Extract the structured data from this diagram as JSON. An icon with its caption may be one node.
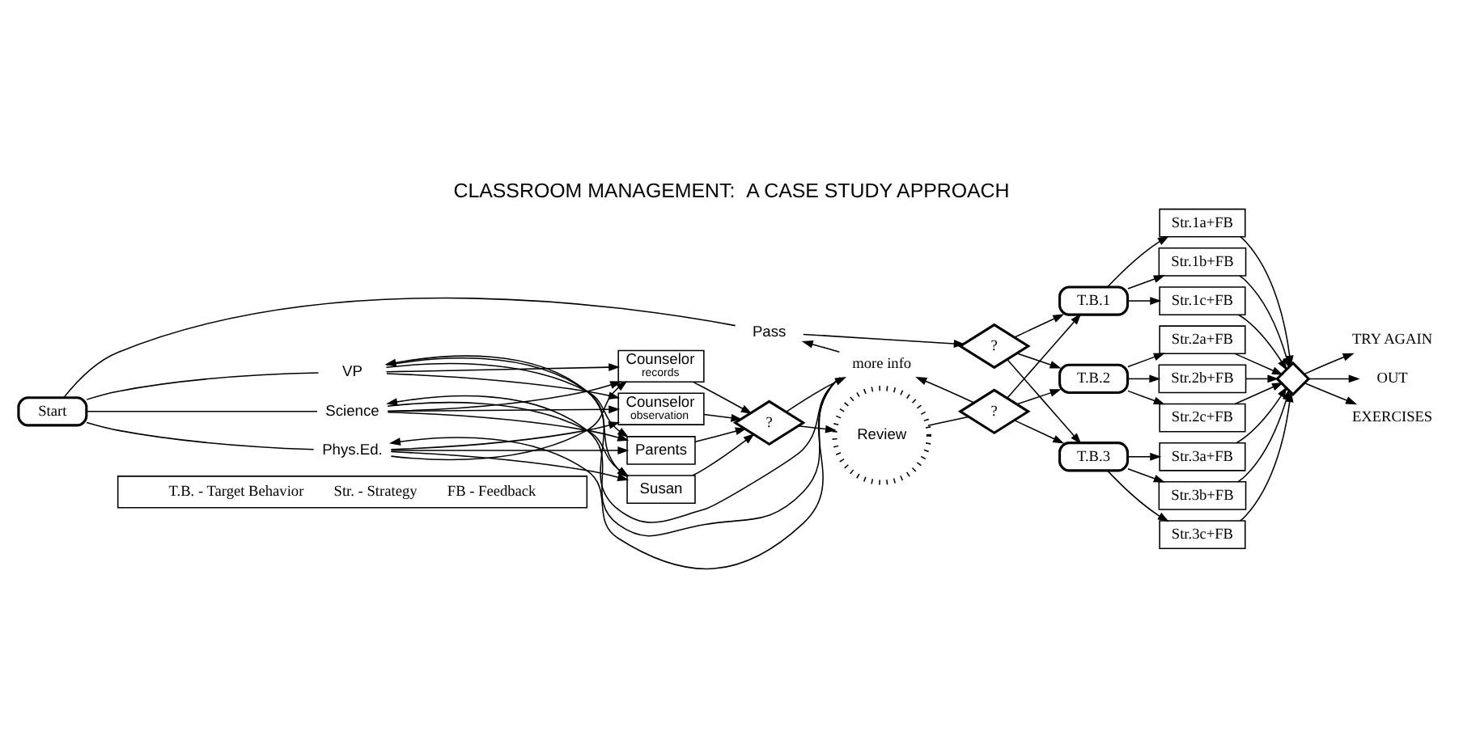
{
  "diagram": {
    "title": "CLASSROOM MANAGEMENT:  A CASE STUDY APPROACH",
    "nodes": [
      {
        "text": [
          "Start"
        ]
      },
      {
        "text": [
          "VP"
        ]
      },
      {
        "text": [
          "Science"
        ]
      },
      {
        "text": [
          "Phys.Ed."
        ]
      },
      {
        "text": [
          "Pass"
        ]
      },
      {
        "text": [
          "?"
        ]
      },
      {
        "text": [
          "Parents"
        ]
      },
      {
        "text": [
          "Susan"
        ]
      },
      {
        "text": [
          "Counselor",
          "records"
        ]
      },
      {
        "text": [
          "Counselor",
          "observation"
        ]
      },
      {
        "text": [
          "?"
        ]
      },
      {
        "text": [
          "more info"
        ]
      },
      {
        "text": [
          "Review"
        ]
      },
      {
        "text": [
          "?"
        ]
      },
      {
        "text": [
          "T.B.1"
        ]
      },
      {
        "text": [
          "T.B.2"
        ]
      },
      {
        "text": [
          "T.B.3"
        ]
      },
      {
        "text": [
          "Str.1a+FB"
        ]
      },
      {
        "text": [
          "Str.1b+FB"
        ]
      },
      {
        "text": [
          "Str.1c+FB"
        ]
      },
      {
        "text": [
          "Str.2a+FB"
        ]
      },
      {
        "text": [
          "Str.2b+FB"
        ]
      },
      {
        "text": [
          "Str.2c+FB"
        ]
      },
      {
        "text": [
          "Str.3a+FB"
        ]
      },
      {
        "text": [
          "Str.3b+FB"
        ]
      },
      {
        "text": [
          "Str.3c+FB"
        ]
      },
      {
        "text": [],
        "shape": "diamond"
      },
      {
        "text": [
          "TRY AGAIN"
        ]
      },
      {
        "text": [
          "OUT"
        ]
      },
      {
        "text": [
          "EXERCISES"
        ]
      },
      {
        "text": [
          "T.B. - Target Behavior",
          "Str. - Strategy",
          "FB - Feedback"
        ]
      }
    ],
    "edges": [
      {
        "from": 0,
        "to": 1,
        "arrow": "none"
      },
      {
        "from": 0,
        "to": 2,
        "arrow": "none"
      },
      {
        "from": 0,
        "to": 3,
        "arrow": "none"
      },
      {
        "from": 0,
        "to": 4,
        "arrow": "none"
      },
      {
        "from": 1,
        "to": 6,
        "arrow": "to"
      },
      {
        "from": 1,
        "to": 7,
        "arrow": "to"
      },
      {
        "from": 1,
        "to": 8,
        "arrow": "to"
      },
      {
        "from": 1,
        "to": 9,
        "arrow": "to"
      },
      {
        "from": 2,
        "to": 6,
        "arrow": "to"
      },
      {
        "from": 2,
        "to": 7,
        "arrow": "to"
      },
      {
        "from": 2,
        "to": 8,
        "arrow": "to"
      },
      {
        "from": 2,
        "to": 9,
        "arrow": "to"
      },
      {
        "from": 3,
        "to": 6,
        "arrow": "to"
      },
      {
        "from": 3,
        "to": 7,
        "arrow": "to"
      },
      {
        "from": 3,
        "to": 8,
        "arrow": "to"
      },
      {
        "from": 3,
        "to": 9,
        "arrow": "to"
      },
      {
        "from": 4,
        "to": 5,
        "arrow": "to"
      },
      {
        "from": 5,
        "to": 14,
        "arrow": "to"
      },
      {
        "from": 5,
        "to": 15,
        "arrow": "to"
      },
      {
        "from": 5,
        "to": 16,
        "arrow": "to"
      },
      {
        "from": 6,
        "to": 10,
        "arrow": "to"
      },
      {
        "from": 7,
        "to": 10,
        "arrow": "to"
      },
      {
        "from": 8,
        "to": 10,
        "arrow": "to"
      },
      {
        "from": 9,
        "to": 10,
        "arrow": "to"
      },
      {
        "from": 10,
        "to": 11,
        "arrow": "to"
      },
      {
        "from": 10,
        "to": 12,
        "arrow": "to"
      },
      {
        "from": 11,
        "to": 1,
        "arrow": "to"
      },
      {
        "from": 11,
        "to": 2,
        "arrow": "to"
      },
      {
        "from": 11,
        "to": 3,
        "arrow": "to"
      },
      {
        "from": 11,
        "to": 4,
        "arrow": "to"
      },
      {
        "from": 12,
        "to": 13,
        "arrow": "none"
      },
      {
        "from": 13,
        "to": 11,
        "arrow": "to"
      },
      {
        "from": 13,
        "to": 14,
        "arrow": "to"
      },
      {
        "from": 13,
        "to": 15,
        "arrow": "to"
      },
      {
        "from": 13,
        "to": 16,
        "arrow": "to"
      },
      {
        "from": 14,
        "to": 17,
        "arrow": "to"
      },
      {
        "from": 14,
        "to": 18,
        "arrow": "to"
      },
      {
        "from": 14,
        "to": 19,
        "arrow": "to"
      },
      {
        "from": 15,
        "to": 20,
        "arrow": "to"
      },
      {
        "from": 15,
        "to": 21,
        "arrow": "to"
      },
      {
        "from": 15,
        "to": 22,
        "arrow": "to"
      },
      {
        "from": 16,
        "to": 23,
        "arrow": "to"
      },
      {
        "from": 16,
        "to": 24,
        "arrow": "to"
      },
      {
        "from": 16,
        "to": 25,
        "arrow": "to"
      },
      {
        "from": 17,
        "to": 26,
        "arrow": "to"
      },
      {
        "from": 18,
        "to": 26,
        "arrow": "to"
      },
      {
        "from": 19,
        "to": 26,
        "arrow": "to"
      },
      {
        "from": 20,
        "to": 26,
        "arrow": "to"
      },
      {
        "from": 21,
        "to": 26,
        "arrow": "to"
      },
      {
        "from": 22,
        "to": 26,
        "arrow": "to"
      },
      {
        "from": 23,
        "to": 26,
        "arrow": "to"
      },
      {
        "from": 24,
        "to": 26,
        "arrow": "to"
      },
      {
        "from": 25,
        "to": 26,
        "arrow": "to"
      },
      {
        "from": 26,
        "to": 27,
        "arrow": "to"
      },
      {
        "from": 26,
        "to": 28,
        "arrow": "to"
      },
      {
        "from": 26,
        "to": 29,
        "arrow": "to"
      }
    ]
  }
}
